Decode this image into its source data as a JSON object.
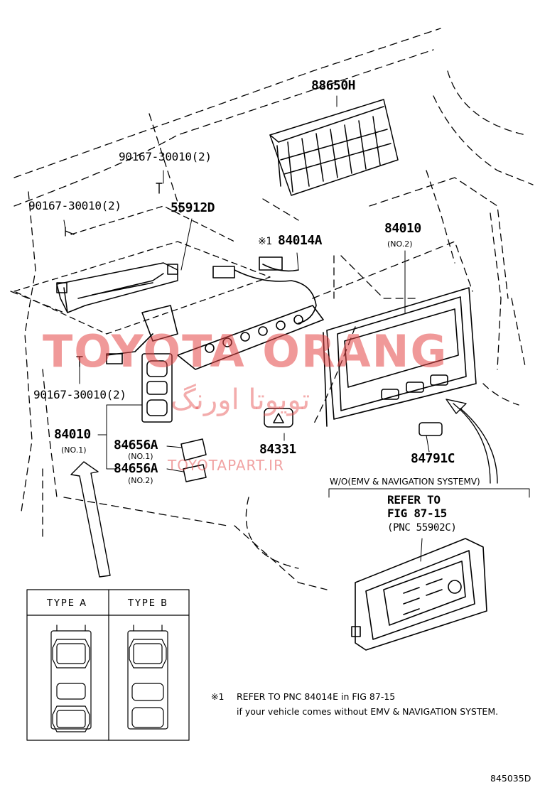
{
  "parts": {
    "p88650H": "88650H",
    "p90167_top": "90167-30010(2)",
    "p90167_left": "90167-30010(2)",
    "p55912D": "55912D",
    "p84014A_mark": "※1",
    "p84014A": "84014A",
    "p84010_right": "84010",
    "p84010_right_sub": "(NO.2)",
    "p90167_bottom": "90167-30010(2)",
    "p84010_left": "84010",
    "p84010_left_sub": "(NO.1)",
    "p84656A_1": "84656A",
    "p84656A_1_sub": "(NO.1)",
    "p84656A_2": "84656A",
    "p84656A_2_sub": "(NO.2)",
    "p84331": "84331",
    "p84791C": "84791C"
  },
  "variant": {
    "condition": "W/O(EMV & NAVIGATION SYSTEMV)",
    "refer_line1": "REFER TO",
    "refer_line2": "FIG 87-15",
    "refer_line3": "(PNC 55902C)"
  },
  "type_table": {
    "type_a": "TYPE A",
    "type_b": "TYPE B"
  },
  "footnote": {
    "mark": "※1",
    "line1": "REFER TO PNC 84014E in FIG 87-15",
    "line2": "if your vehicle comes without EMV & NAVIGATION SYSTEM."
  },
  "watermark": {
    "brand": "TOYOTA ORANG",
    "brand_fa": "تویوتا اورنگ",
    "site": "TOYOTAPART.IR"
  },
  "diagram_id": "845035D"
}
